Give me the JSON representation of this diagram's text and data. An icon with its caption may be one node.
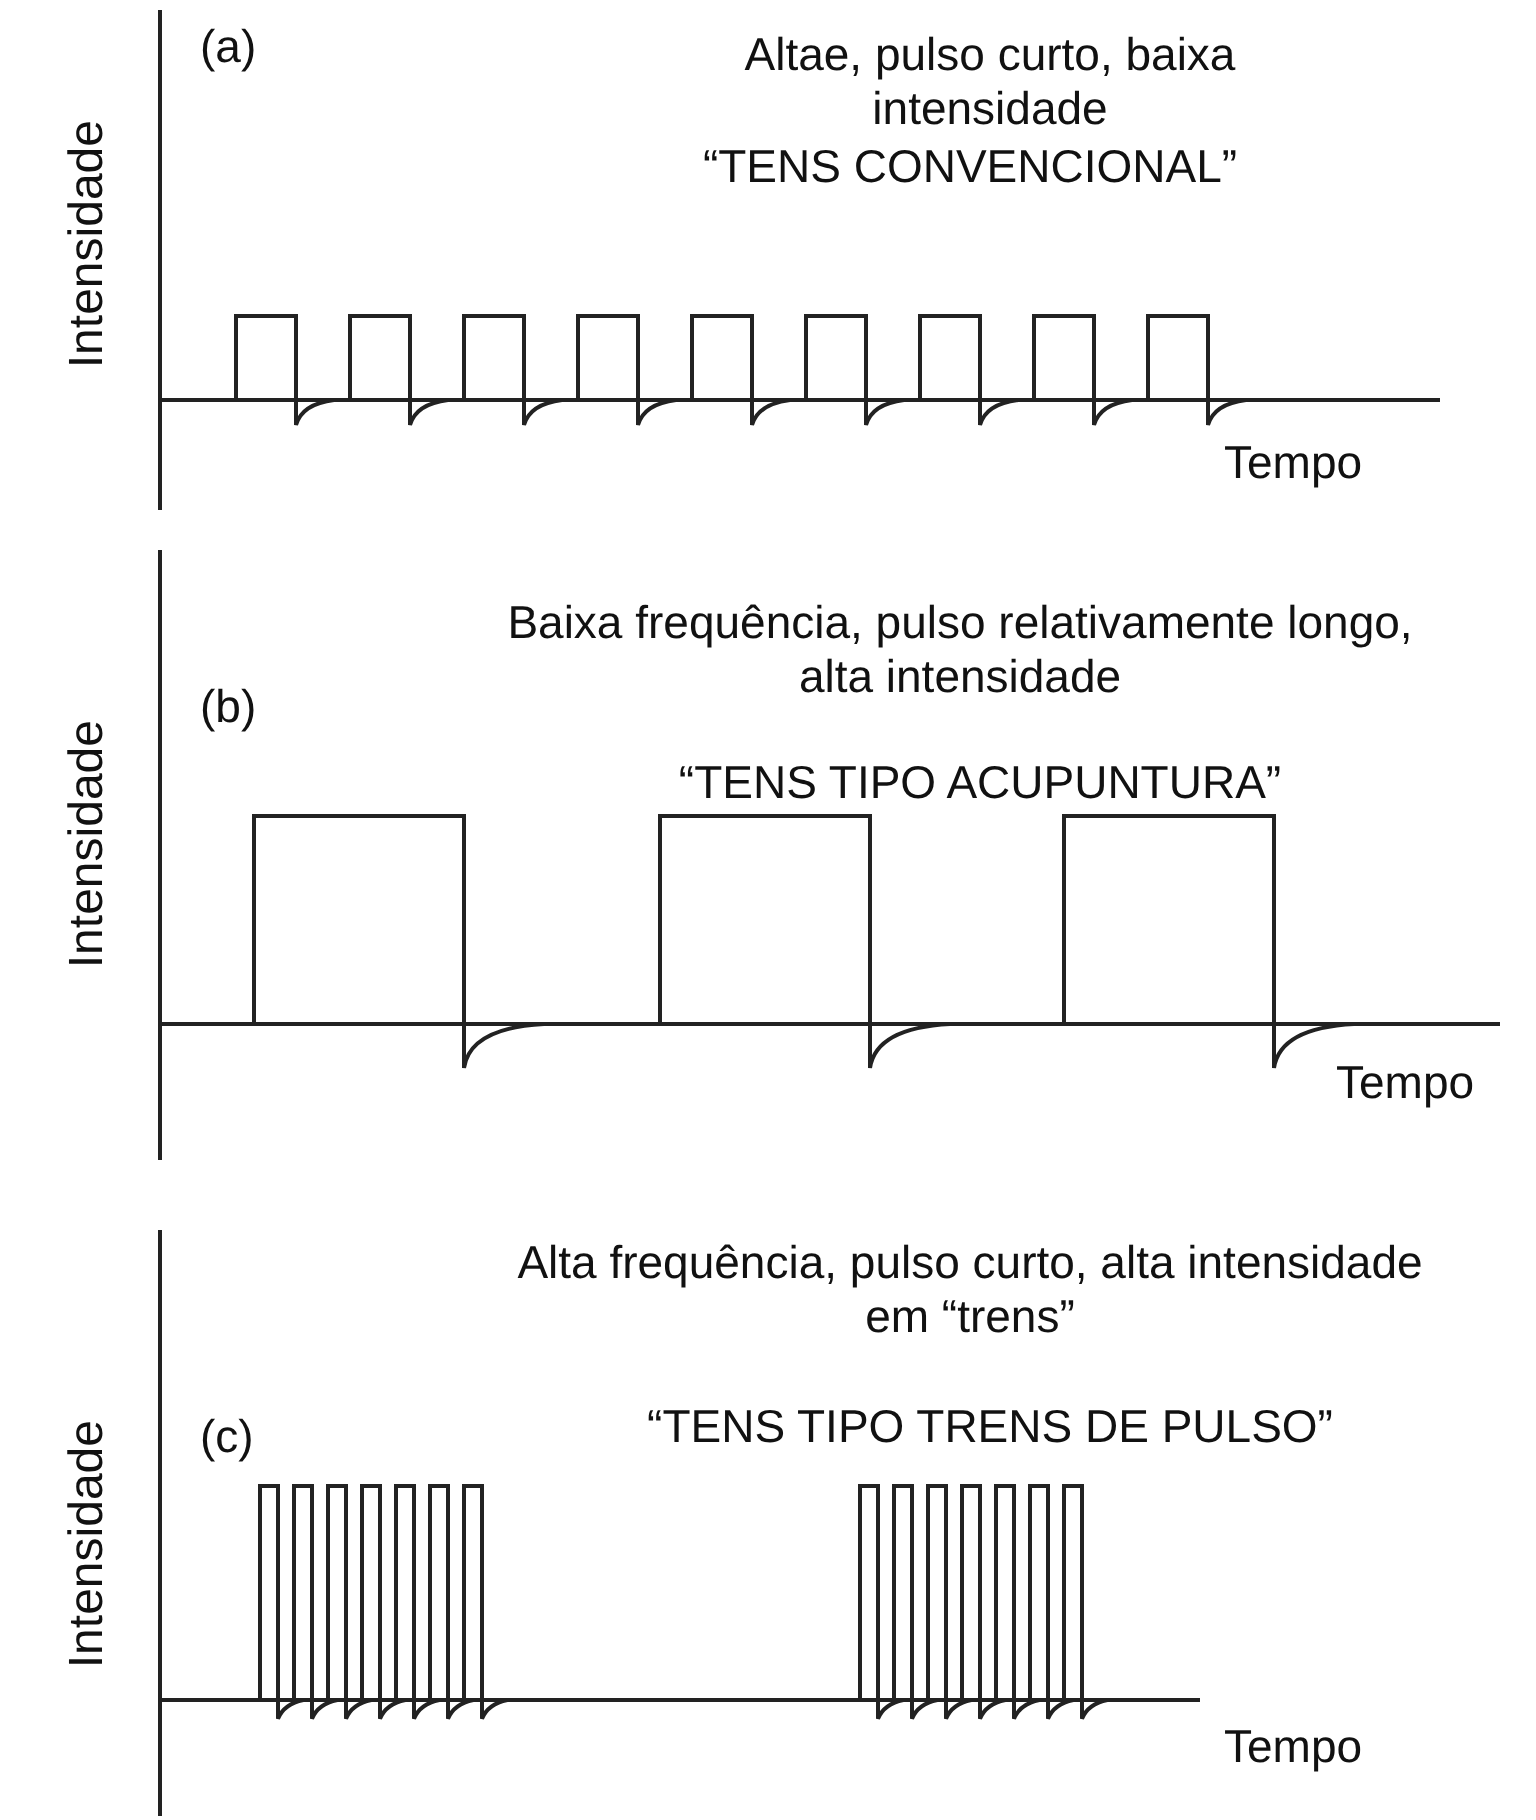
{
  "diagram": {
    "labels": [
      "(a)",
      "Altae, pulso curto, baixa intensidade",
      "“TENS CONVENCIONAL”",
      "Intensidade",
      "Tempo",
      "Baixa frequência, pulso relativamente longo, alta intensidade",
      "“TENS TIPO ACUPUNTURA”",
      "(b)",
      "Intensidade",
      "Tempo",
      "Alta frequência, pulso curto, alta intensidade em “trens”",
      "(c)",
      "“TENS TIPO TRENS DE PULSO”",
      "Intensidade",
      "Tempo"
    ]
  }
}
